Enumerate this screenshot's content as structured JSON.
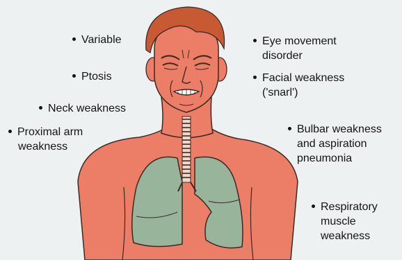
{
  "diagram": {
    "colors": {
      "background": "#eef1f2",
      "skin": "#ec7d66",
      "hair": "#c75a33",
      "lungs": "#98b59c",
      "outline": "#3a2a24",
      "text": "#141414"
    },
    "figure": {
      "subject": "man with grimacing face ('snarl'), neck, trachea and lungs"
    },
    "left_labels": [
      {
        "lines": [
          "Variable"
        ]
      },
      {
        "lines": [
          "Ptosis"
        ]
      },
      {
        "lines": [
          "Neck weakness"
        ]
      },
      {
        "lines": [
          "Proximal arm",
          "weakness"
        ]
      }
    ],
    "right_labels": [
      {
        "lines": [
          "Eye movement",
          "disorder"
        ]
      },
      {
        "lines": [
          "Facial weakness",
          "('snarl')"
        ]
      },
      {
        "lines": [
          "Bulbar weakness",
          "and aspiration",
          "pneumonia"
        ]
      },
      {
        "lines": [
          "Respiratory",
          "muscle",
          "weakness"
        ]
      }
    ]
  }
}
